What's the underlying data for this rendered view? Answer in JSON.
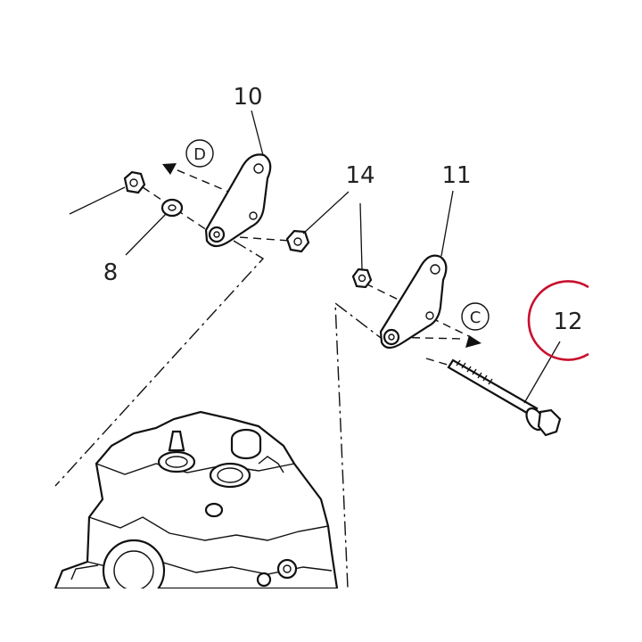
{
  "callouts": {
    "c8": "8",
    "c10": "10",
    "c11": "11",
    "c12": "12",
    "c14": "14"
  },
  "direction_labels": {
    "d": "D",
    "c": "C"
  },
  "highlight": {
    "target_callout": "12",
    "color": "#c8102e"
  },
  "icons": {
    "engine": "engine-cylinder-head-icon",
    "bracket": "lifting-bracket-icon",
    "bolt": "flange-bolt-icon",
    "nut": "hex-nut-icon",
    "washer": "washer-icon"
  }
}
